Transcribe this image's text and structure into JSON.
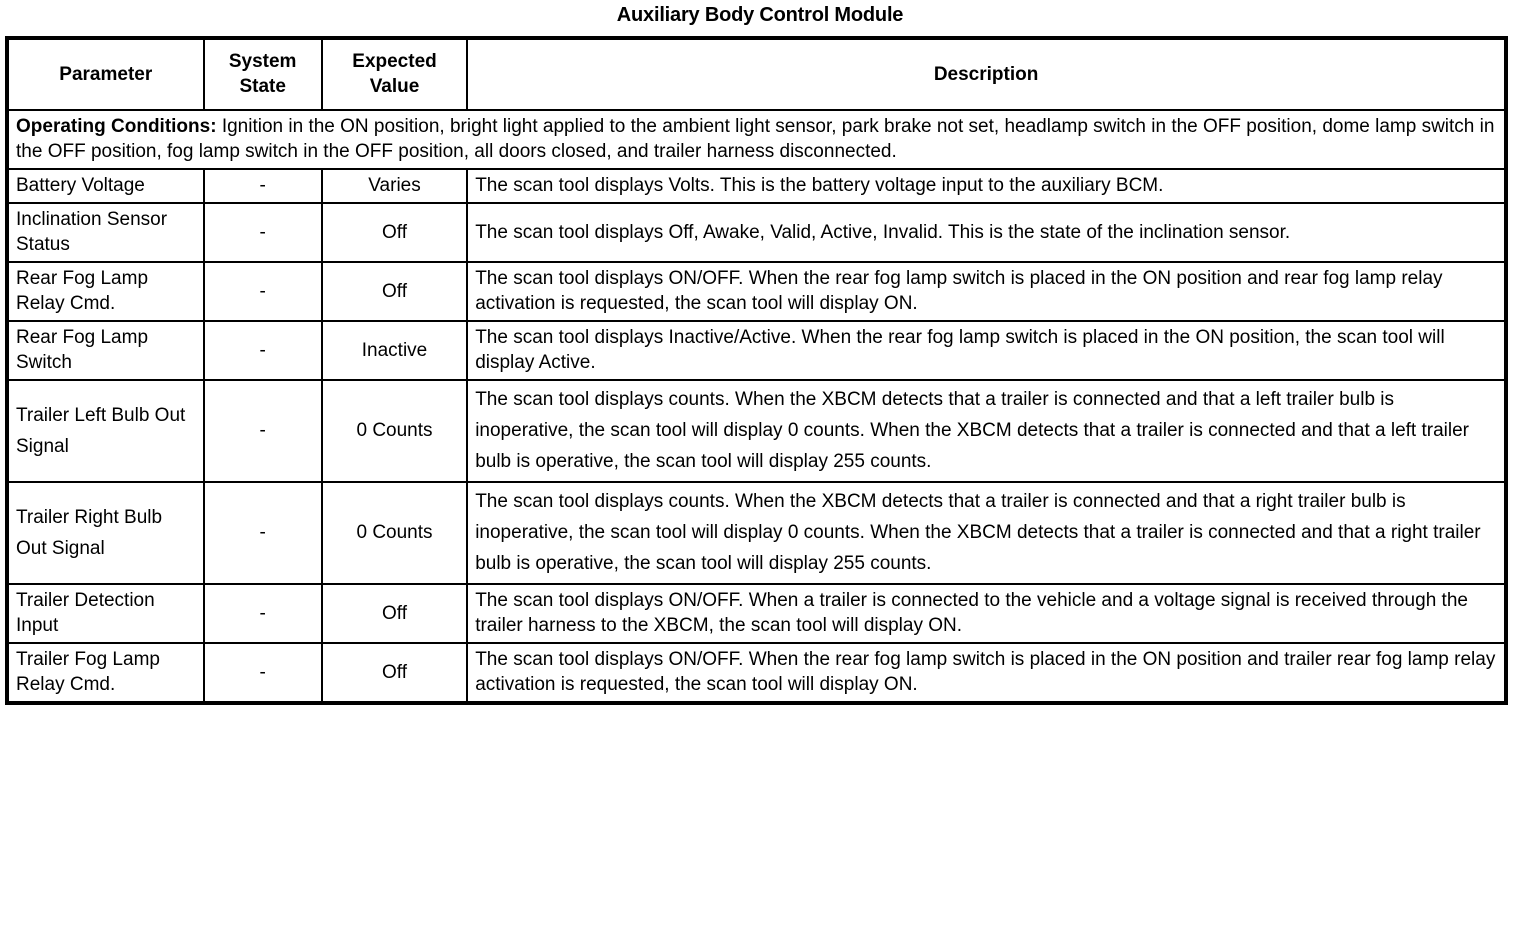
{
  "document": {
    "title": "Auxiliary Body Control Module"
  },
  "table": {
    "headers": {
      "parameter": "Parameter",
      "system_state": "System State",
      "system_state_line1": "System",
      "system_state_line2": "State",
      "expected_value": "Expected Value",
      "expected_value_line1": "Expected",
      "expected_value_line2": "Value",
      "description": "Description"
    },
    "operating_conditions": {
      "label": "Operating Conditions:",
      "text": " Ignition in the ON position, bright light applied to the ambient light sensor, park brake not set, headlamp switch in the OFF position, dome lamp switch in the OFF position, fog lamp switch in the OFF position, all doors closed, and trailer harness disconnected."
    },
    "rows": [
      {
        "parameter": "Battery Voltage",
        "system_state": "-",
        "expected_value": "Varies",
        "description": "The scan tool displays Volts. This is the battery voltage input to the auxiliary BCM."
      },
      {
        "parameter": "Inclination Sensor Status",
        "system_state": "-",
        "expected_value": "Off",
        "description": "The scan tool displays Off, Awake, Valid, Active, Invalid. This is the state of the inclination sensor."
      },
      {
        "parameter": "Rear Fog Lamp Relay Cmd.",
        "system_state": "-",
        "expected_value": "Off",
        "description": "The scan tool displays ON/OFF. When the rear fog lamp switch is placed in the ON position and rear fog lamp relay activation is requested, the scan tool will display ON."
      },
      {
        "parameter": "Rear Fog Lamp Switch",
        "system_state": "-",
        "expected_value": "Inactive",
        "description": "The scan tool displays Inactive/Active. When the rear fog lamp switch is placed in the ON position, the scan tool will display Active."
      },
      {
        "parameter": "Trailer Left Bulb Out Signal",
        "system_state": "-",
        "expected_value": "0 Counts",
        "description": "The scan tool displays counts. When the XBCM detects that a trailer is connected and that a left trailer bulb is inoperative, the scan tool will display 0 counts. When the XBCM detects that a trailer is connected and that a left trailer bulb is operative, the scan tool will display 255 counts."
      },
      {
        "parameter": "Trailer Right Bulb Out Signal",
        "system_state": "-",
        "expected_value": "0 Counts",
        "description": "The scan tool displays counts. When the XBCM detects that a trailer is connected and that a right trailer bulb is inoperative, the scan tool will display 0 counts. When the XBCM detects that a trailer is connected and that a right trailer bulb is operative, the scan tool will display 255 counts."
      },
      {
        "parameter": "Trailer Detection Input",
        "system_state": "-",
        "expected_value": "Off",
        "description": "The scan tool displays ON/OFF. When a trailer is connected to the vehicle and a voltage signal is received through the trailer harness to the XBCM, the scan tool will display ON."
      },
      {
        "parameter": "Trailer Fog Lamp Relay Cmd.",
        "system_state": "-",
        "expected_value": "Off",
        "description": "The scan tool displays ON/OFF. When the rear fog lamp switch is placed in the ON position and trailer rear fog lamp relay activation is requested, the scan tool will display ON."
      }
    ]
  },
  "colors": {
    "text": "#000000",
    "background": "#ffffff",
    "border": "#000000"
  }
}
